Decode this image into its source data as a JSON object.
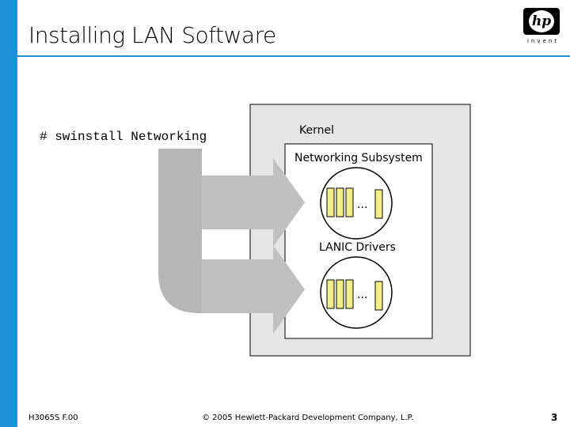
{
  "slide": {
    "title": "Installing LAN Software",
    "command": "# swinstall Networking",
    "page_number": "3"
  },
  "logo": {
    "mark": "hp",
    "tagline": "invent"
  },
  "diagram": {
    "kernel_label": "Kernel",
    "subsystem_label": "Networking Subsystem",
    "drivers_label": "LANIC Drivers",
    "ellipsis": "..."
  },
  "footer": {
    "course_code": "H3065S F.00",
    "copyright": "© 2005 Hewlett-Packard Development Company, L.P."
  },
  "colors": {
    "accent_blue": "#1e8fd9",
    "kernel_box": "#e6e6e6",
    "arrow_gray": "#c0c0c0",
    "module_yellow": "#f3ef8a"
  }
}
